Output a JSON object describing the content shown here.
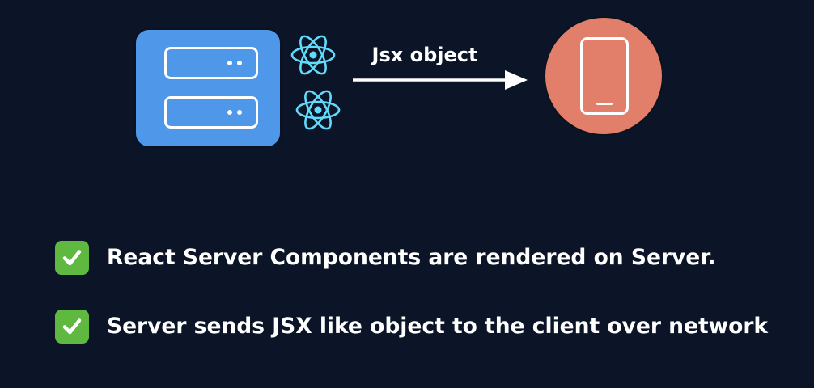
{
  "diagram": {
    "server": {
      "icon": "server-rack-icon",
      "color": "#4f97e8",
      "react_icons": [
        "react-logo-icon",
        "react-logo-icon"
      ]
    },
    "arrow": {
      "label": "Jsx object",
      "direction": "right"
    },
    "client": {
      "icon": "mobile-phone-icon",
      "color": "#e27f6b"
    }
  },
  "bullets": [
    {
      "icon": "check-mark-icon",
      "text": "React Server Components are rendered on Server."
    },
    {
      "icon": "check-mark-icon",
      "text": "Server sends JSX like object to the client over network"
    }
  ],
  "colors": {
    "background": "#0b1527",
    "react": "#61dafb",
    "check": "#5fb840"
  }
}
